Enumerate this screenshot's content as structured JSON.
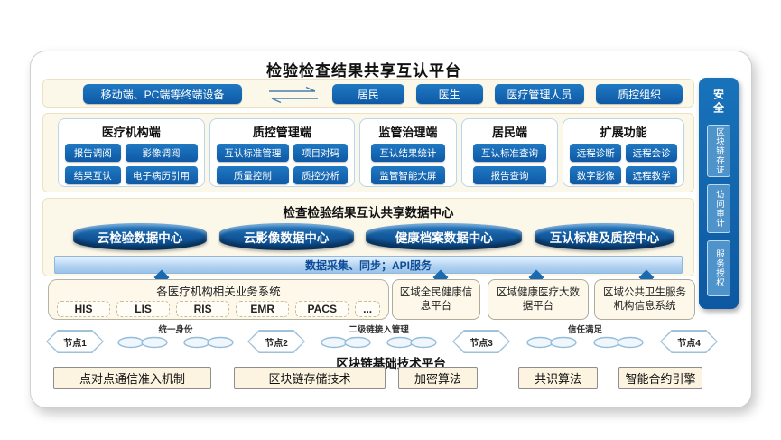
{
  "title": "检验检查结果共享互认平台",
  "terminals": {
    "device": "移动端、PC端等终端设备",
    "users": [
      "居民",
      "医生",
      "医疗管理人员",
      "质控组织"
    ]
  },
  "panels": [
    {
      "title": "医疗机构端",
      "buttons": [
        "报告调阅",
        "影像调阅",
        "结果互认",
        "电子病历引用"
      ]
    },
    {
      "title": "质控管理端",
      "buttons": [
        "互认标准管理",
        "项目对码",
        "质量控制",
        "质控分析"
      ]
    },
    {
      "title": "监管治理端",
      "buttons": [
        "互认结果统计",
        "监管智能大屏"
      ]
    },
    {
      "title": "居民端",
      "buttons": [
        "互认标准查询",
        "报告查询"
      ]
    },
    {
      "title": "扩展功能",
      "buttons": [
        "远程诊断",
        "远程会诊",
        "数字影像",
        "远程教学"
      ]
    }
  ],
  "data_center": {
    "title": "检查检验结果互认共享数据中心",
    "cylinders": [
      "云检验数据中心",
      "云影像数据中心",
      "健康档案数据中心",
      "互认标准及质控中心"
    ],
    "band": "数据采集、同步；API服务"
  },
  "systems": {
    "hospital": {
      "title": "各医疗机构相关业务系统",
      "items": [
        "HIS",
        "LIS",
        "RIS",
        "EMR",
        "PACS",
        "..."
      ]
    },
    "regional": [
      "区域全民健康信息平台",
      "区域健康医疗大数据平台",
      "区域公共卫生服务机构信息系统"
    ]
  },
  "blockchain": {
    "nodes": [
      "节点1",
      "节点2",
      "节点3",
      "节点4"
    ],
    "link_labels": [
      "统一身份",
      "二级链接入管理",
      "信任满足"
    ],
    "platform_title": "区块链基础技术平台",
    "components": [
      "点对点通信准入机制",
      "区块链存储技术",
      "加密算法",
      "共识算法",
      "智能合约引擎"
    ]
  },
  "security_bar": {
    "title": "安全",
    "items": [
      "区块链存证",
      "访问审计",
      "服务授权"
    ]
  },
  "colors": {
    "primary_blue": "#1166ae",
    "cream_bg": "#fcf8e9",
    "band_blue": "#a9cdf0",
    "diamond_blue": "#1a6ab1",
    "cylinder_blue": "#135a9e"
  }
}
